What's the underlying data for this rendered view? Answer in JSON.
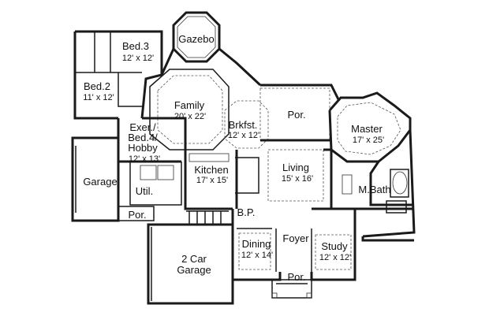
{
  "rooms": {
    "gazebo": {
      "name": "Gazebo"
    },
    "bed3": {
      "name": "Bed.3",
      "dim": "12' x 12'"
    },
    "bed2": {
      "name": "Bed.2",
      "dim": "11' x 12'"
    },
    "family": {
      "name": "Family",
      "dim": "20' x 22'"
    },
    "brkfst": {
      "name": "Brkfst.",
      "dim": "12' x 12'"
    },
    "porch_top": {
      "name": "Por."
    },
    "master": {
      "name": "Master",
      "dim": "17' x 25'"
    },
    "exer": {
      "line1": "Exer./",
      "line2": "Bed.4/",
      "line3": "Hobby",
      "dim": "12' x 13'"
    },
    "garage": {
      "name": "Garage"
    },
    "kitchen": {
      "name": "Kitchen",
      "dim": "17' x 15'"
    },
    "living": {
      "name": "Living",
      "dim": "15' x 16'"
    },
    "mbath": {
      "name": "M.Bath"
    },
    "util": {
      "name": "Util."
    },
    "porch_side": {
      "name": "Por."
    },
    "bp": {
      "name": "B.P."
    },
    "garage2": {
      "line1": "2 Car",
      "line2": "Garage"
    },
    "dining": {
      "name": "Dining",
      "dim": "12' x 14'"
    },
    "foyer": {
      "name": "Foyer"
    },
    "study": {
      "name": "Study",
      "dim": "12' x 12'"
    },
    "porch_front": {
      "name": "Por."
    }
  }
}
